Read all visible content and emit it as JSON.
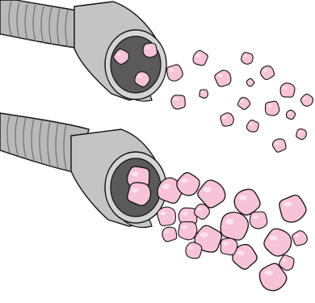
{
  "illustration": {
    "colors": {
      "hose_gray": "#b9b9b9",
      "hose_ridge_dark": "#7c7c7c",
      "nozzle_gray": "#c4c4c4",
      "nozzle_face": "#5a5a5a",
      "particle_pink": "#f7c3d6",
      "particle_highlight": "#fde4ee",
      "outline": "#111111"
    },
    "panels": [
      {
        "name": "top-nozzle",
        "spray": "sparse",
        "particle_count": 20
      },
      {
        "name": "bottom-nozzle",
        "spray": "dense",
        "particle_count": 22
      }
    ]
  }
}
